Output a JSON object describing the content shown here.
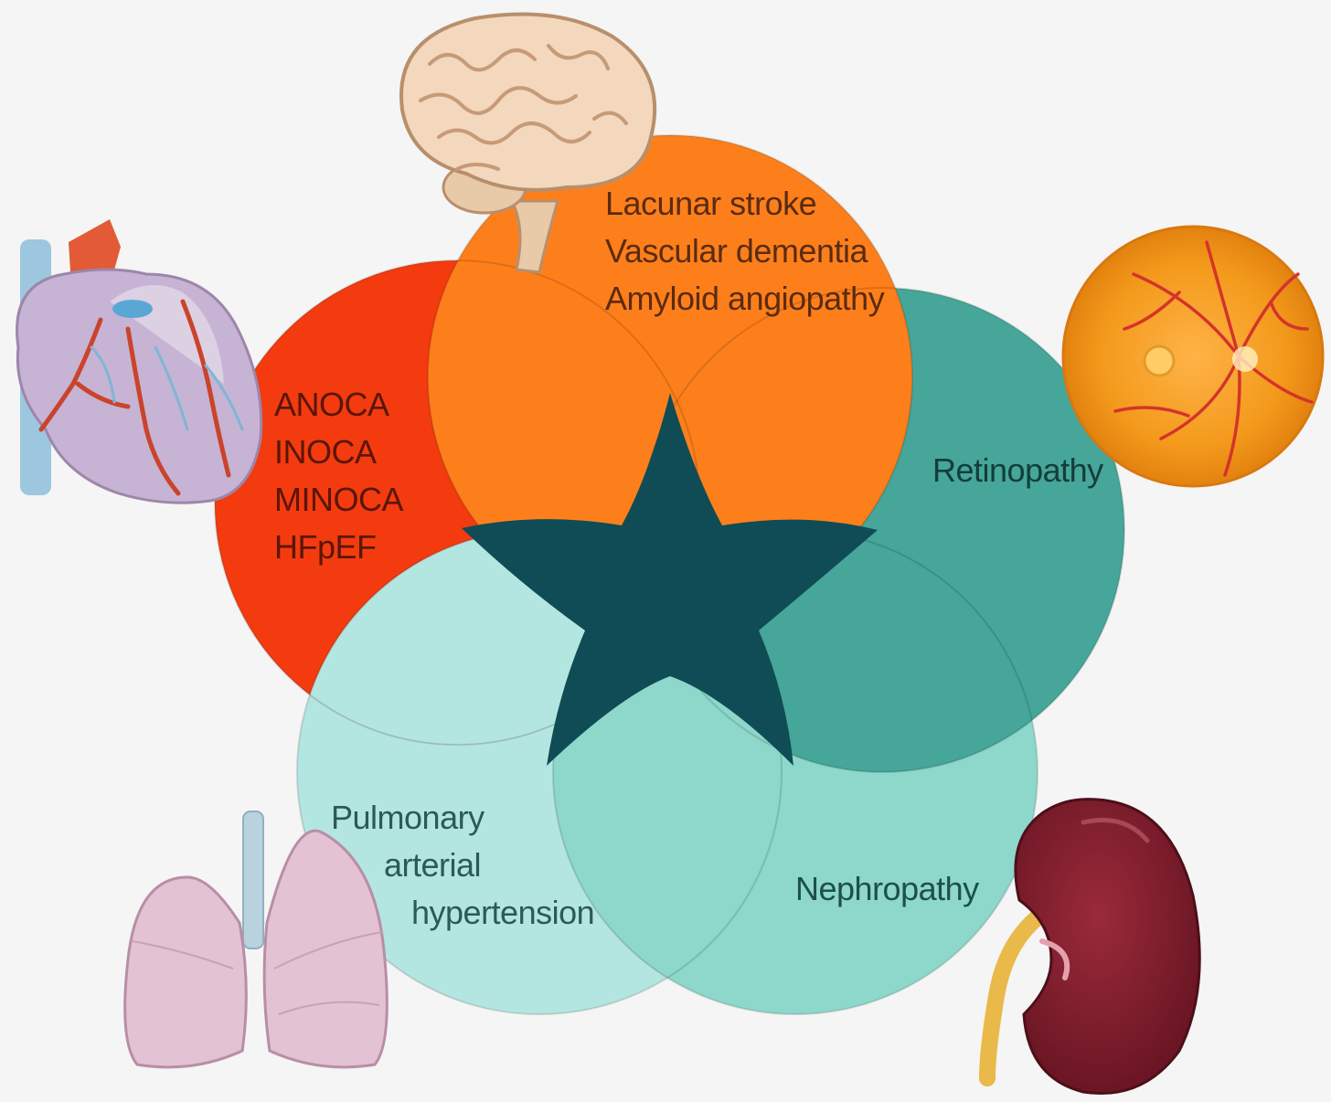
{
  "colors": {
    "background": "#f4f5f4",
    "heart_circle": "#f33b0f",
    "brain_circle": "#fd7f1b",
    "retina_circle": "#45a699",
    "kidney_circle": "#8dd7cb",
    "lung_circle": "#b4e6e1",
    "center_star": "#0f4c55"
  },
  "organs": {
    "brain": {
      "icon": "brain-icon",
      "conditions": [
        "Lacunar stroke",
        "Vascular dementia",
        "Amyloid angiopathy"
      ]
    },
    "heart": {
      "icon": "heart-icon",
      "conditions": [
        "ANOCA",
        "INOCA",
        "MINOCA",
        "HFpEF"
      ]
    },
    "eye": {
      "icon": "retina-icon",
      "conditions": [
        "Retinopathy"
      ]
    },
    "kidney": {
      "icon": "kidney-icon",
      "conditions": [
        "Nephropathy"
      ]
    },
    "lungs": {
      "icon": "lungs-icon",
      "conditions": [
        "Pulmonary",
        "arterial",
        "hypertension"
      ]
    }
  }
}
